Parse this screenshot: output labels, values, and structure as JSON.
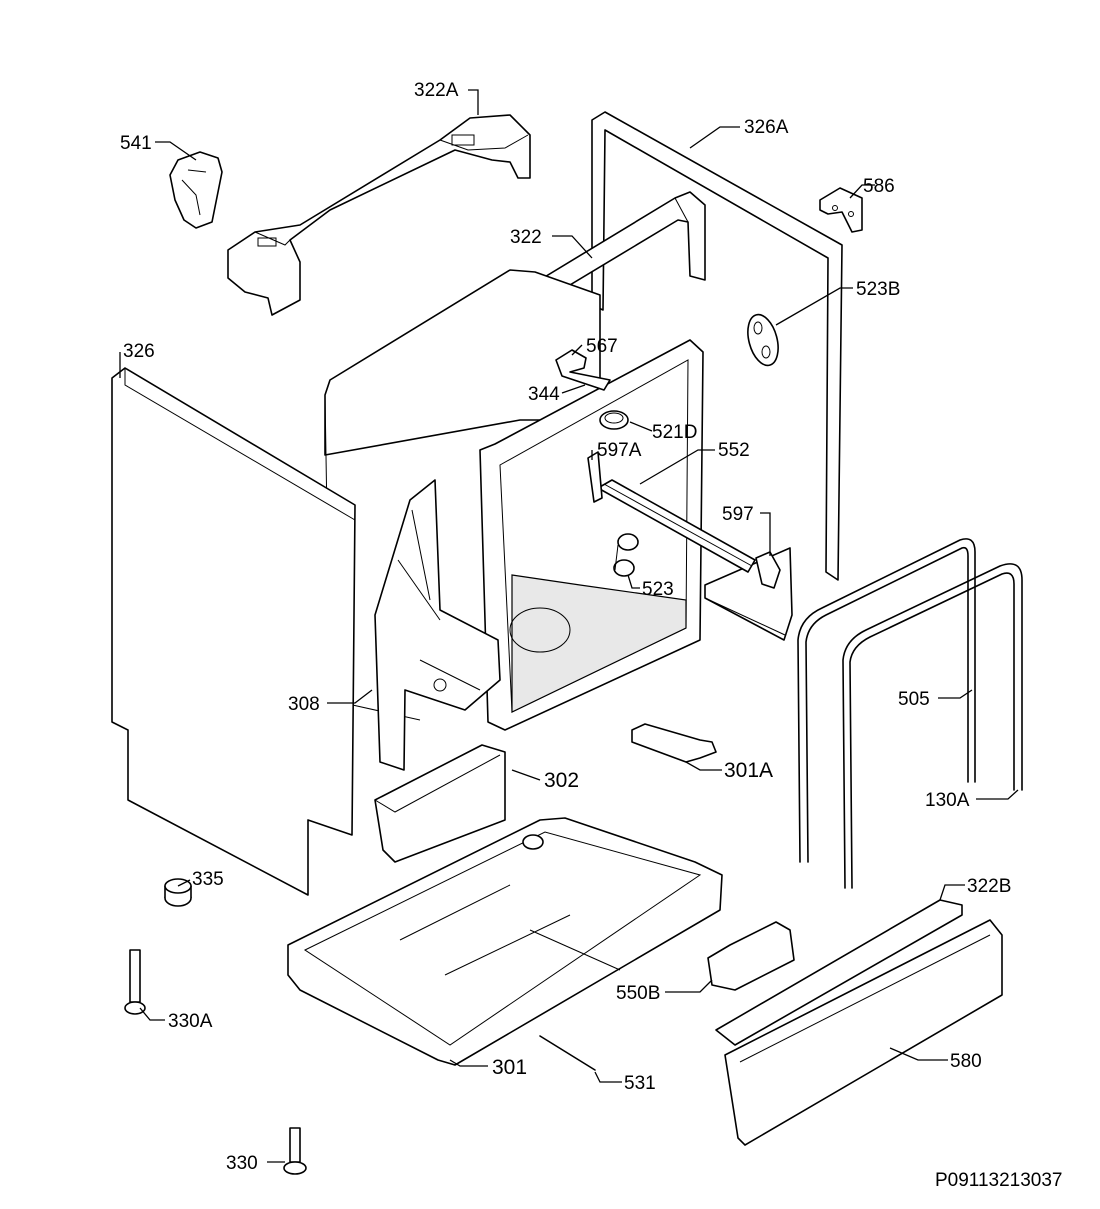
{
  "drawing_code": "P09113213037",
  "labels": {
    "l_322A": "322A",
    "l_541": "541",
    "l_326A": "326A",
    "l_586": "586",
    "l_322": "322",
    "l_523B": "523B",
    "l_326": "326",
    "l_567": "567",
    "l_344": "344",
    "l_521D": "521D",
    "l_597A": "597A",
    "l_552": "552",
    "l_597": "597",
    "l_523": "523",
    "l_505": "505",
    "l_308": "308",
    "l_302": "302",
    "l_301A": "301A",
    "l_130A": "130A",
    "l_335": "335",
    "l_322B": "322B",
    "l_550B": "550B",
    "l_330A": "330A",
    "l_301": "301",
    "l_531": "531",
    "l_580": "580",
    "l_330": "330"
  }
}
